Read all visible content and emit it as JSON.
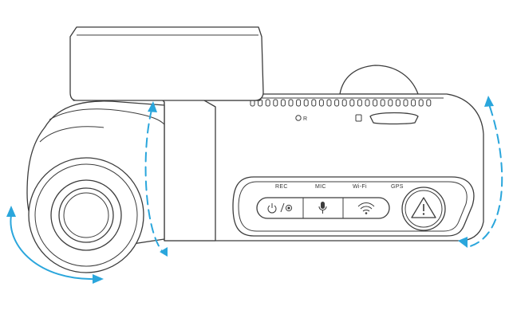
{
  "colors": {
    "outline": "#3c3c3c",
    "accent": "#2aa6dc",
    "background": "#ffffff"
  },
  "labels": {
    "rec": "REC",
    "mic": "MIC",
    "wifi": "Wi-Fi",
    "gps": "GPS",
    "reset": "R"
  },
  "icons": {
    "power_rec": "power-record-icon",
    "mic": "microphone-icon",
    "wifi": "wifi-icon",
    "emergency": "warning-triangle-icon",
    "sd_card": "sd-card-icon"
  }
}
